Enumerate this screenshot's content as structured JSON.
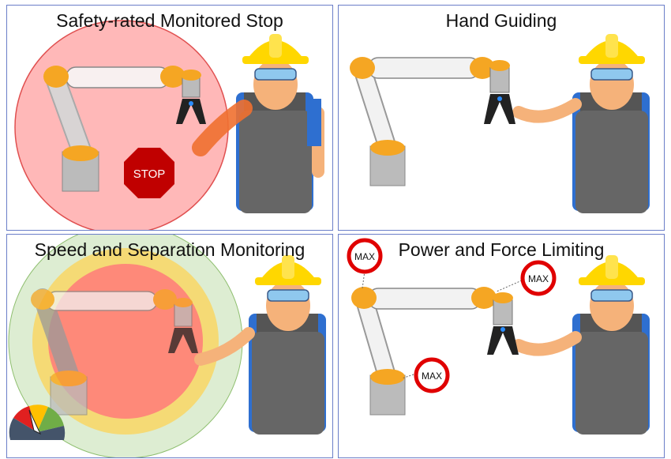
{
  "panels": [
    {
      "title": "Safety-rated Monitored Stop",
      "sign_label": "STOP"
    },
    {
      "title": "Hand Guiding"
    },
    {
      "title": "Speed and Separation Monitoring"
    },
    {
      "title": "Power and Force Limiting",
      "max_labels": [
        "MAX",
        "MAX",
        "MAX"
      ]
    }
  ],
  "colors": {
    "border": "#6b7ec8",
    "robot_joint": "#f5a623",
    "robot_link": "#f2f2f2",
    "helmet": "#ffd700",
    "stop_sign": "#c00000",
    "max_ring": "#e00000",
    "danger_zone": "#ff8080",
    "warning_zone": "#ffd24d",
    "safe_zone": "#a9d18e"
  }
}
